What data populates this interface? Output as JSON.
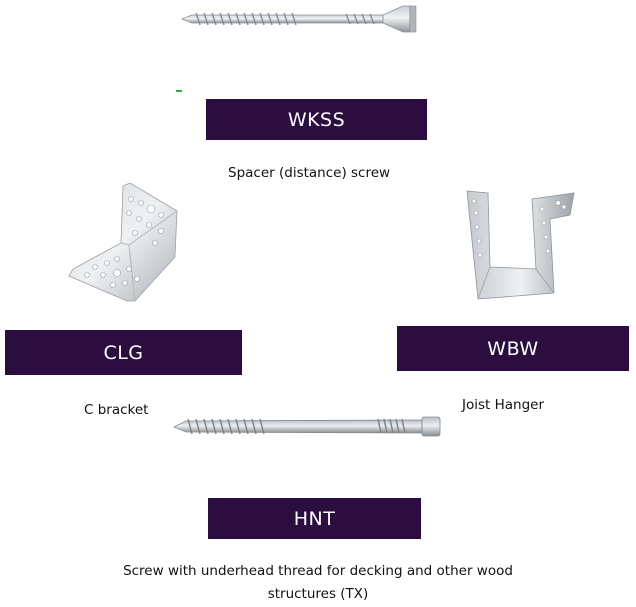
{
  "items": [
    {
      "code": "WKSS",
      "description": "Spacer (distance) screw"
    },
    {
      "code": "CLG",
      "description": "C bracket"
    },
    {
      "code": "WBW",
      "description": "Joist Hanger"
    },
    {
      "code": "HNT",
      "description": "Screw with underhead thread for decking and other wood structures (TX)"
    }
  ],
  "colors": {
    "label_background": "#2b0d3f",
    "label_text": "#ffffff"
  }
}
